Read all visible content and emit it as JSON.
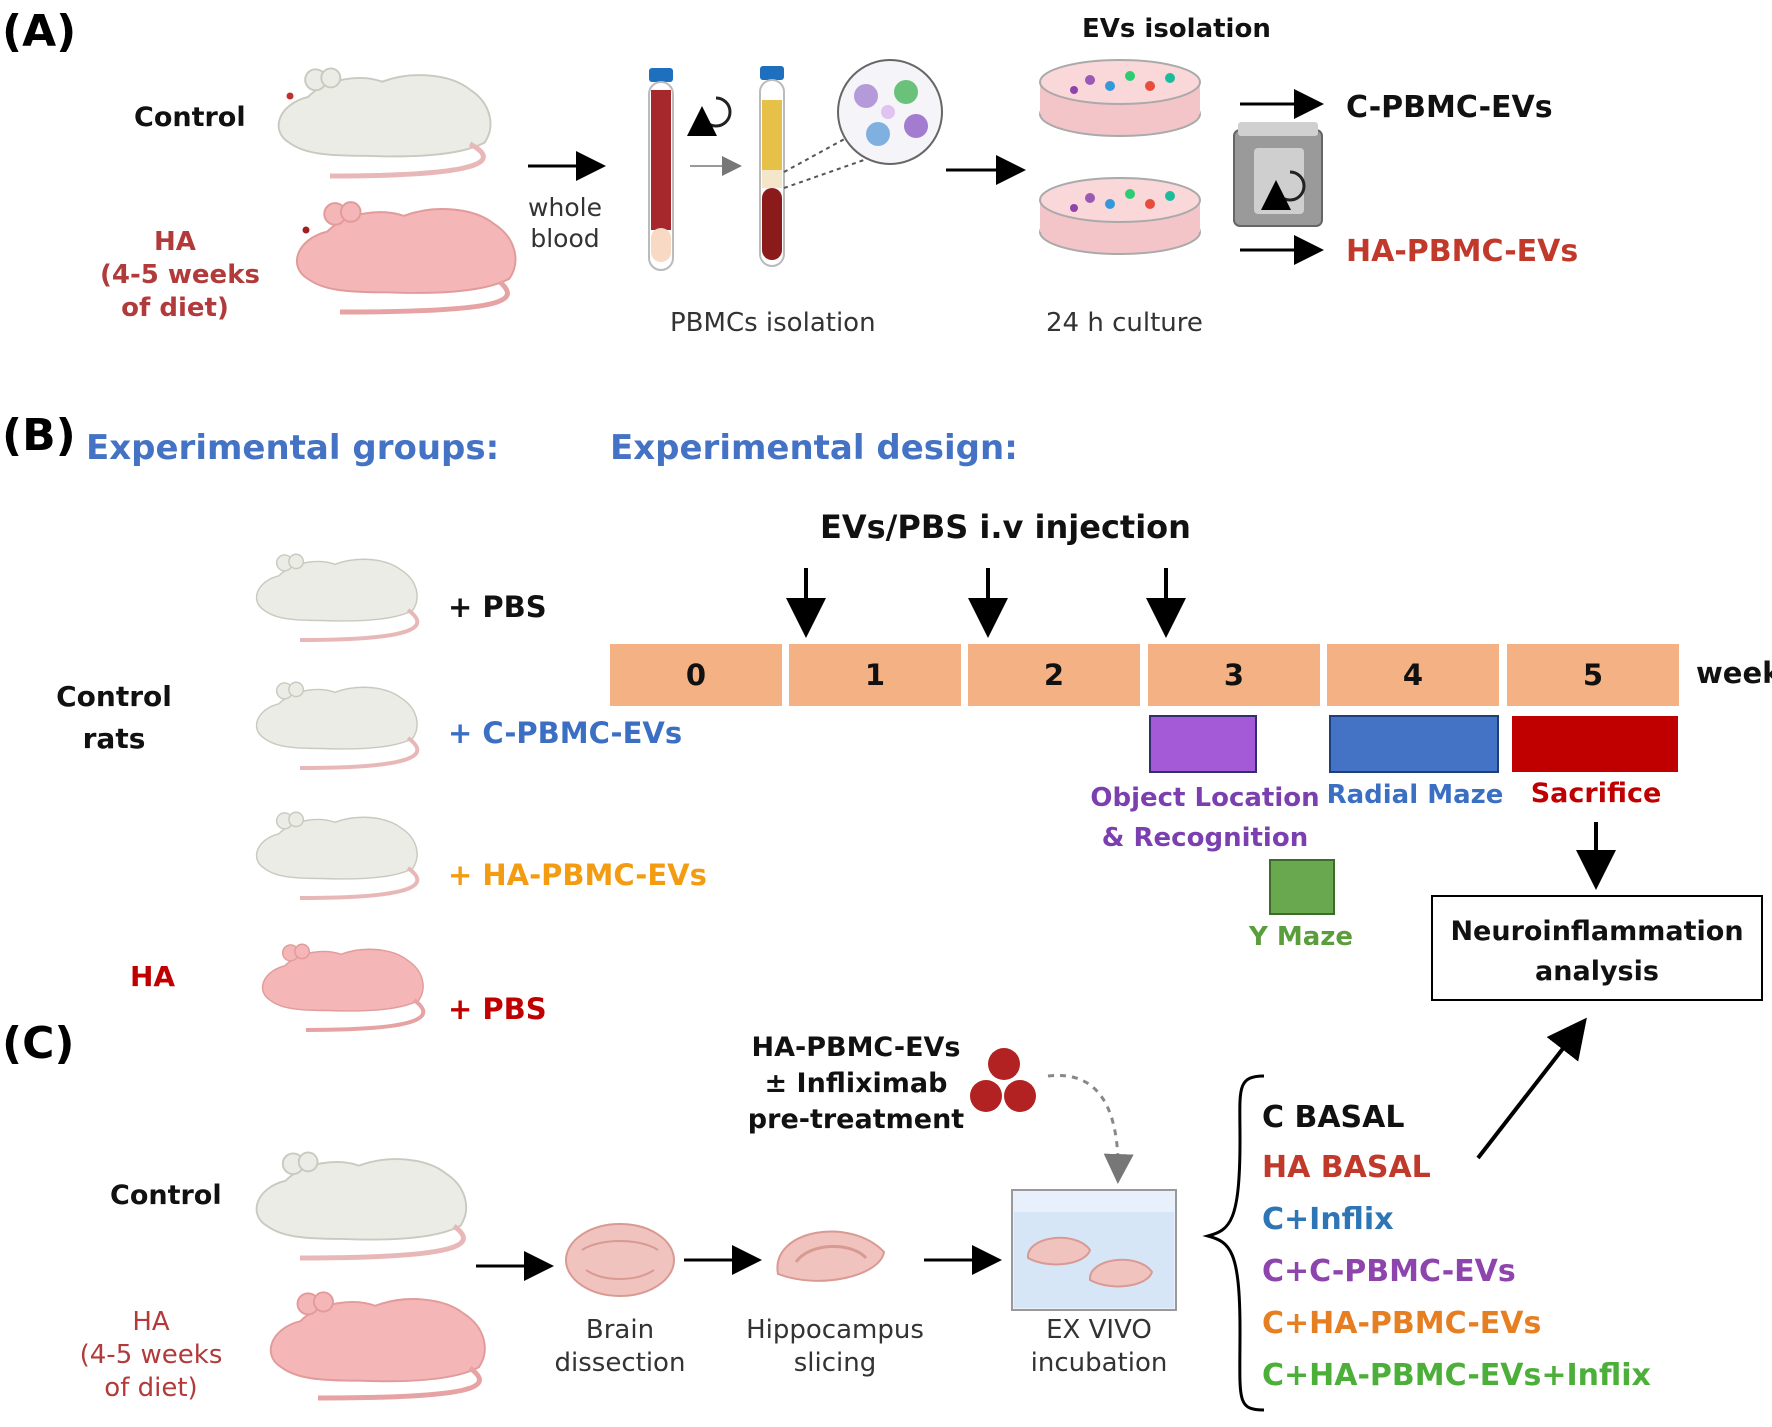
{
  "panel_labels": {
    "a": "(A)",
    "b": "(B)",
    "c": "(C)"
  },
  "panel_a": {
    "control_label": "Control",
    "ha_label": [
      "HA",
      "(4-5 weeks",
      "of diet)"
    ],
    "whole_blood": [
      "whole",
      "blood"
    ],
    "pbmcs_isolation": "PBMCs isolation",
    "evs_isolation": "EVs isolation",
    "culture": "24 h culture",
    "product_control": "C-PBMC-EVs",
    "product_ha": "HA-PBMC-EVs"
  },
  "panel_b": {
    "groups_heading": "Experimental groups:",
    "design_heading": "Experimental design:",
    "injection_label": "EVs/PBS i.v injection",
    "control_rats": [
      "Control",
      "rats"
    ],
    "ha": "HA",
    "groups": [
      "+ PBS",
      "+ C-PBMC-EVs",
      "+ HA-PBMC-EVs",
      "+ PBS"
    ],
    "weeks": [
      "0",
      "1",
      "2",
      "3",
      "4",
      "5"
    ],
    "week_unit": "week",
    "tests": {
      "object_location": [
        "Object Location",
        "& Recognition"
      ],
      "radial_maze": "Radial Maze",
      "sacrifice": "Sacrifice",
      "y_maze": "Y Maze"
    },
    "analysis": [
      "Neuroinflammation",
      "analysis"
    ]
  },
  "panel_c": {
    "treatment": [
      "HA-PBMC-EVs",
      "± Infliximab",
      "pre-treatment"
    ],
    "control_label": "Control",
    "ha_label": [
      "HA",
      "(4-5 weeks",
      "of diet)"
    ],
    "brain": [
      "Brain",
      "dissection"
    ],
    "slicing": [
      "Hippocampus",
      "slicing"
    ],
    "incubation": [
      "EX VIVO",
      "incubation"
    ],
    "conditions": [
      "C BASAL",
      "HA BASAL",
      "C+Inflix",
      "C+C-PBMC-EVs",
      "C+HA-PBMC-EVs",
      "C+HA-PBMC-EVs+Inflix"
    ]
  },
  "colors": {
    "blue_heading": "#4472c4",
    "red": "#c00000",
    "ha_text_a": "#b23a3a",
    "group_blue": "#3a6fc4",
    "group_orange": "#f39c12",
    "week_bar": "#f4b183",
    "object_box": "#a45ad6",
    "radial_box": "#4472c4",
    "sacrifice_box": "#c00000",
    "ymaze_box": "#6aa84f",
    "c_basal": "#111111",
    "ha_basal": "#c0392b",
    "c_inflix": "#2e75b6",
    "c_c_evs": "#8e44ad",
    "c_ha_evs": "#e67e22",
    "c_ha_evs_inflix": "#4caf3a",
    "rat_white": "#ecece6",
    "rat_pink": "#f4b6b6"
  }
}
